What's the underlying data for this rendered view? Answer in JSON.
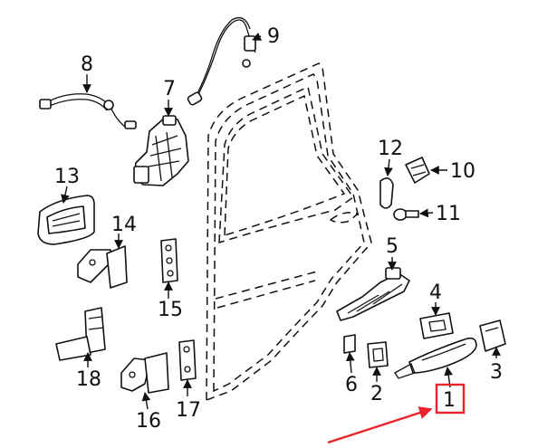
{
  "diagram": {
    "callouts": [
      "1",
      "2",
      "3",
      "4",
      "5",
      "6",
      "7",
      "8",
      "9",
      "10",
      "11",
      "12",
      "13",
      "14",
      "15",
      "16",
      "17",
      "18"
    ],
    "highlighted_callout": "1",
    "colors": {
      "line": "#111111",
      "highlight": "#e8232a",
      "background": "#ffffff"
    },
    "pointer": "red-arrow"
  }
}
